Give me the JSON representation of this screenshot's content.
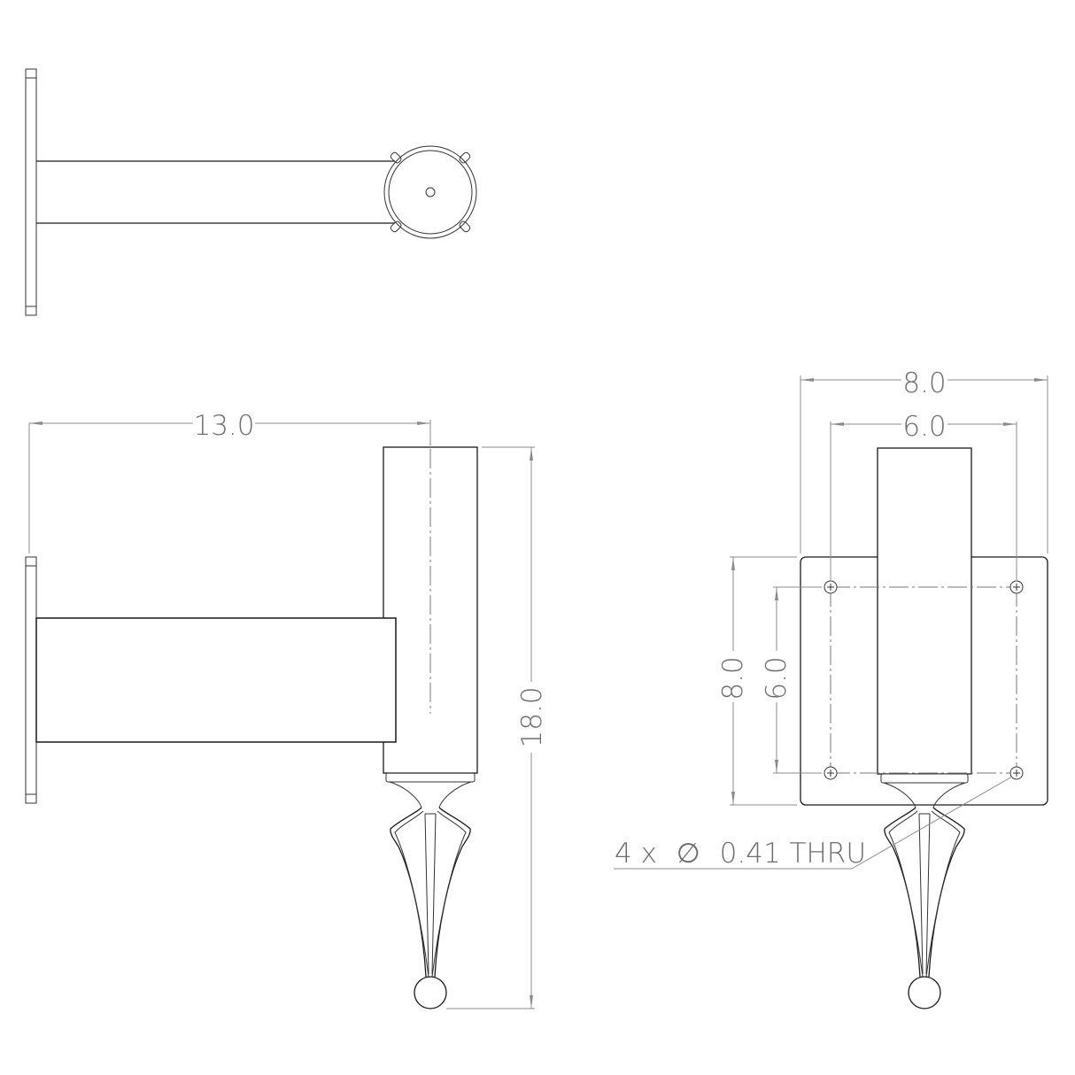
{
  "drawing": {
    "views": [
      {
        "name": "top-view",
        "description": "Top view of wall bracket with round finial cap"
      },
      {
        "name": "side-view",
        "description": "Side view with arm, vertical post and decorative finial"
      },
      {
        "name": "front-view",
        "description": "Front view with square mounting plate and 4 holes"
      }
    ],
    "dimensions": {
      "side_width": "13.0",
      "side_height": "18.0",
      "front_plate_width": "8.0",
      "front_hole_spacing_x": "6.0",
      "front_plate_height": "8.0",
      "front_hole_spacing_y": "6.0"
    },
    "callouts": {
      "hole_note_qty": "4 x",
      "hole_note_symbol": "∅",
      "hole_note_value": "0.41 THRU"
    },
    "colors": {
      "object_line": "#1a1a1a",
      "dimension_line": "#8c8c8c",
      "dimension_text": "#6e6e6e",
      "background": "#ffffff"
    }
  }
}
